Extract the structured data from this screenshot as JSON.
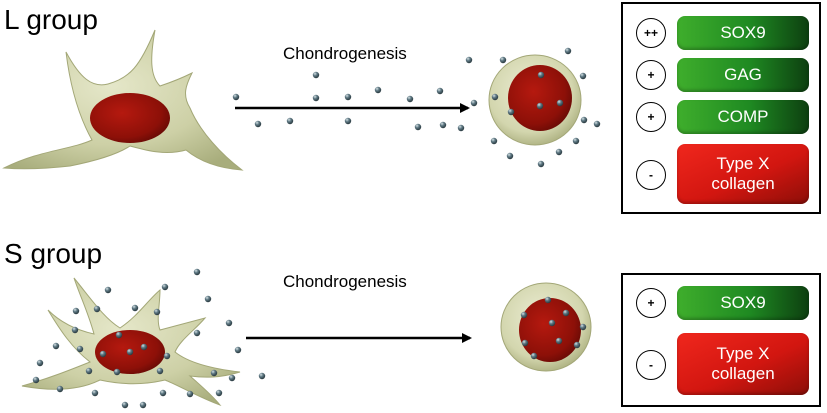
{
  "groups": {
    "l": {
      "title": "L group",
      "arrow_label": "Chondrogenesis",
      "markers": [
        {
          "sign": "++",
          "label": "SOX9",
          "color": "green"
        },
        {
          "sign": "+",
          "label": "GAG",
          "color": "green"
        },
        {
          "sign": "+",
          "label": "COMP",
          "color": "green"
        },
        {
          "sign": "-",
          "label": "Type X\ncollagen",
          "color": "red"
        }
      ]
    },
    "s": {
      "title": "S group",
      "arrow_label": "Chondrogenesis",
      "markers": [
        {
          "sign": "+",
          "label": "SOX9",
          "color": "green"
        },
        {
          "sign": "-",
          "label": "Type X\ncollagen",
          "color": "red"
        }
      ]
    }
  },
  "colors": {
    "cell_body": "#c9cca2",
    "cell_outline": "#a9ad80",
    "nucleus": "#8d1008",
    "particle": "#4d6670",
    "marker_positive": "#2a9a2a",
    "marker_negative": "#d81b12"
  }
}
